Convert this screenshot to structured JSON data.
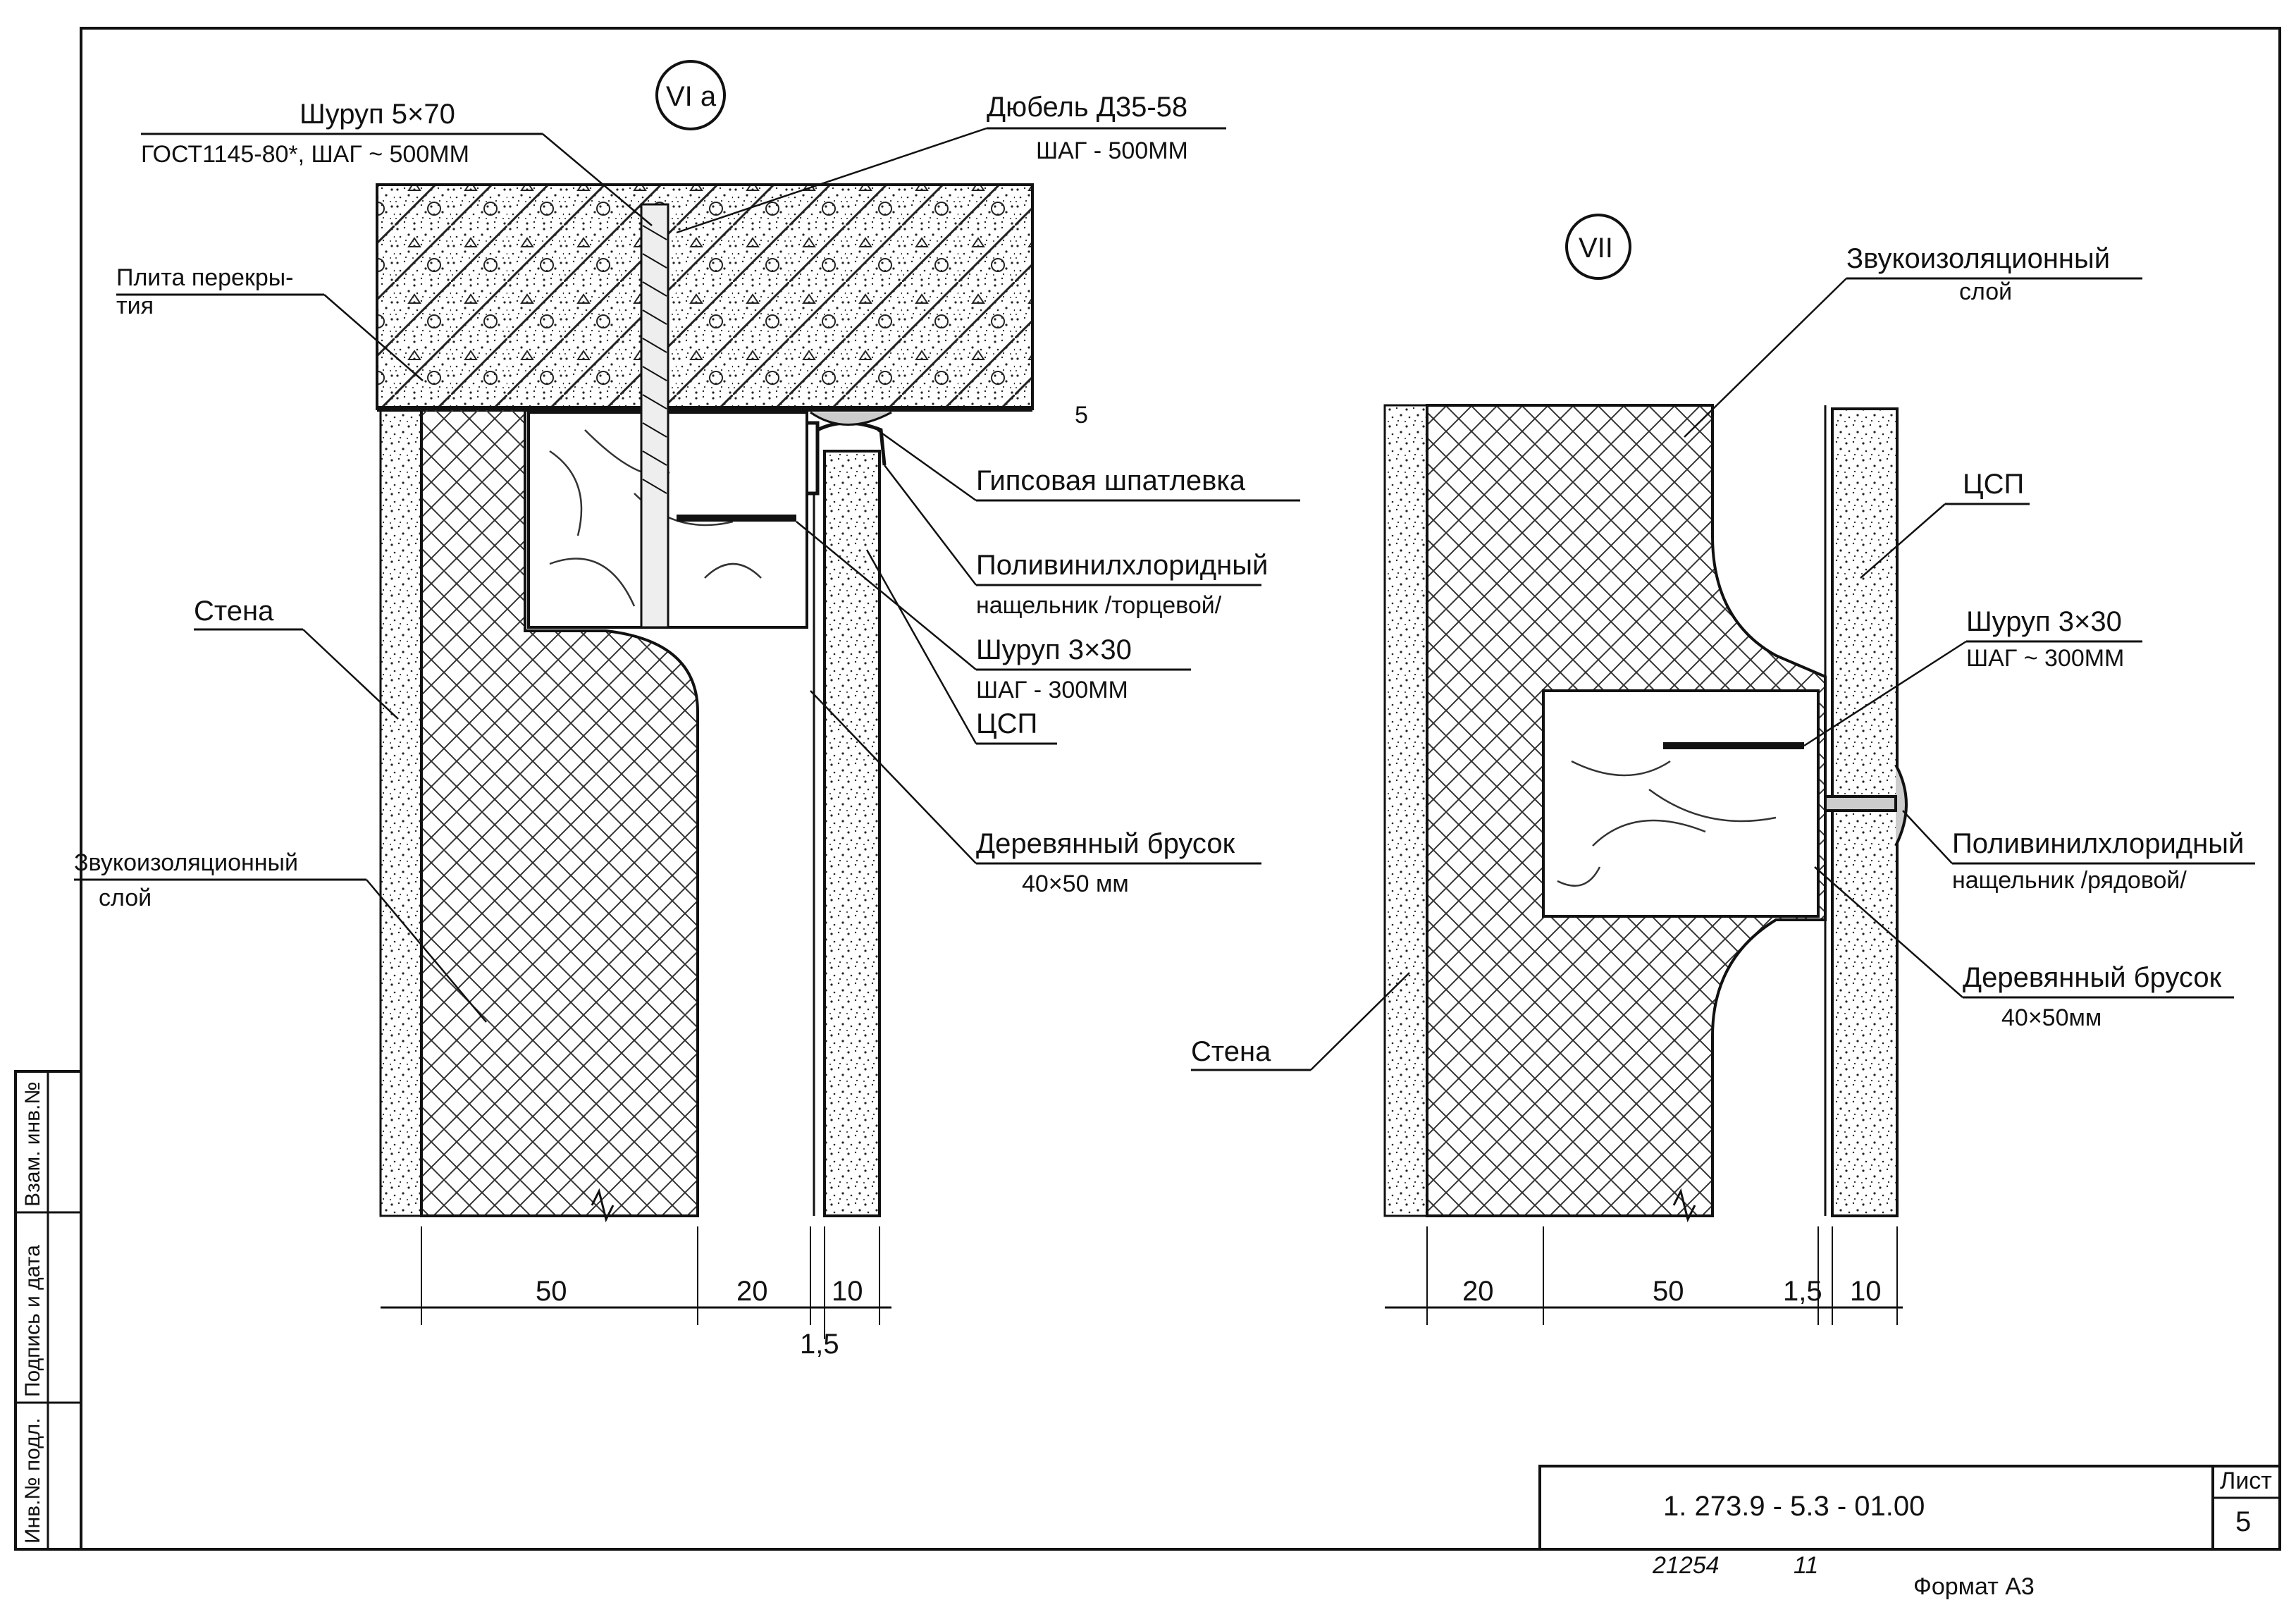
{
  "section_a": {
    "tag": "VI a",
    "labels": {
      "screw_main": "Шуруп 5×70",
      "screw_main_note": "ГОСТ1145-80*, ШАГ ~ 500ММ",
      "dowel": "Дюбель Д35-58",
      "dowel_note": "ШАГ - 500ММ",
      "slab_1": "Плита перекры-",
      "slab_2": "тия",
      "plaster": "Гипсовая шпатлевка",
      "pvc_1": "Поливинилхлоридный",
      "pvc_2": "нащельник /торцевой/",
      "screw_small": "Шуруп 3×30",
      "screw_small_note": "ШАГ - 300ММ",
      "csp": "ЦСП",
      "bar": "Деревянный брусок",
      "bar_size": "40×50 мм",
      "wall": "Стена",
      "sound_1": "Звукоизоляционный",
      "sound_2": "слой",
      "gap_dim": "5"
    },
    "dims": [
      "50",
      "20",
      "10",
      "1,5"
    ]
  },
  "section_b": {
    "tag": "VII",
    "labels": {
      "sound_1": "Звукоизоляционный",
      "sound_2": "слой",
      "csp": "ЦСП",
      "screw": "Шуруп 3×30",
      "screw_note": "ШАГ ~ 300ММ",
      "pvc_1": "Поливинилхлоридный",
      "pvc_2": "нащельник /рядовой/",
      "bar": "Деревянный брусок",
      "bar_size": "40×50мм",
      "wall": "Стена"
    },
    "dims": [
      "20",
      "50",
      "1,5",
      "10"
    ]
  },
  "side_stamp": [
    "Инв.№ подл.",
    "Подпись и дата",
    "Взам. инв.№"
  ],
  "title_block": {
    "sheet_label": "Лист",
    "sheet_no": "5",
    "doc_code": "1. 273.9 - 5.3 - 01.00"
  },
  "footer": {
    "number": "21254",
    "extra": "11",
    "format": "Формат А3"
  }
}
